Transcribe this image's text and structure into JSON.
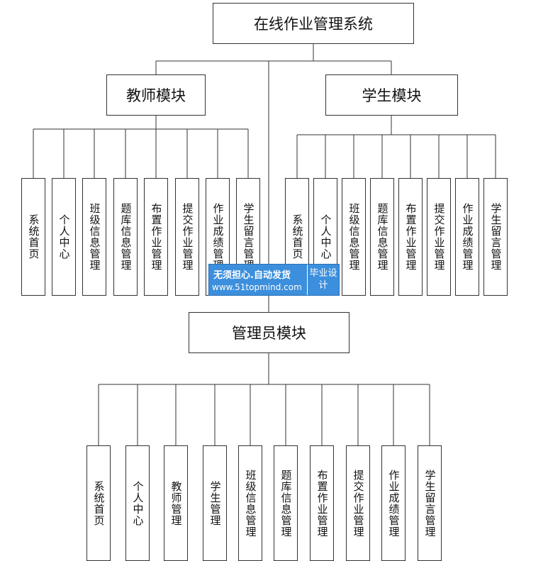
{
  "root": {
    "label": "在线作业管理系统"
  },
  "teacher": {
    "label": "教师模块",
    "items": [
      "系统首页",
      "个人中心",
      "班级信息管理",
      "题库信息管理",
      "布置作业管理",
      "提交作业管理",
      "作业成绩管理",
      "学生留言管理"
    ]
  },
  "student": {
    "label": "学生模块",
    "items": [
      "系统首页",
      "个人中心",
      "班级信息管理",
      "题库信息管理",
      "布置作业管理",
      "提交作业管理",
      "作业成绩管理",
      "学生留言管理"
    ]
  },
  "admin": {
    "label": "管理员模块",
    "items": [
      "系统首页",
      "个人中心",
      "教师管理",
      "学生管理",
      "班级信息管理",
      "题库信息管理",
      "布置作业管理",
      "提交作业管理",
      "作业成绩管理",
      "学生留言管理"
    ]
  },
  "watermark": {
    "line1": "无须担心.自动发货",
    "line2": "www.51topmind.com",
    "badge": "毕业设计"
  }
}
